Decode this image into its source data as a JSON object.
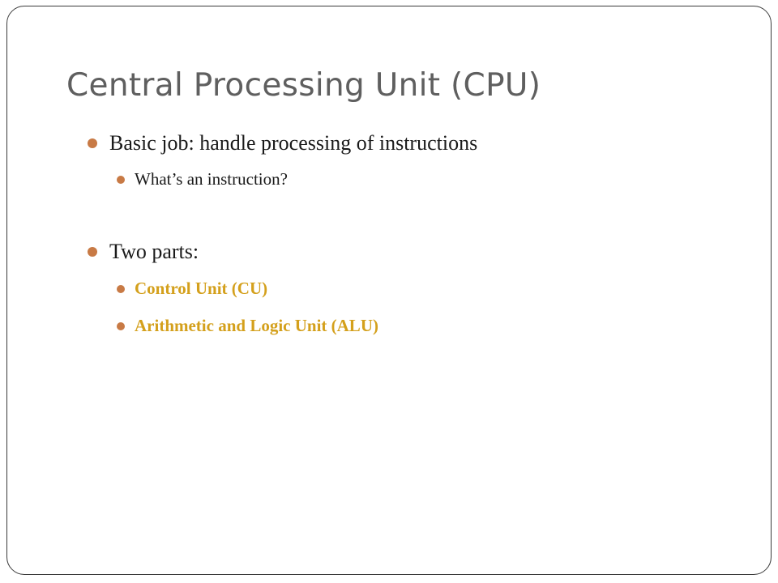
{
  "slide": {
    "title": "Central Processing Unit (CPU)",
    "accent_color": "#c87a45",
    "highlight_color": "#d4a01c",
    "bullets": [
      {
        "text": "Basic job: handle processing of instructions",
        "level": 1
      },
      {
        "text": "What’s an instruction?",
        "level": 2
      },
      {
        "text": "Two parts:",
        "level": 1
      },
      {
        "text": "Control Unit (CU)",
        "level": 2,
        "highlight": true
      },
      {
        "text": "Arithmetic and Logic Unit (ALU)",
        "level": 2,
        "highlight": true
      }
    ]
  }
}
